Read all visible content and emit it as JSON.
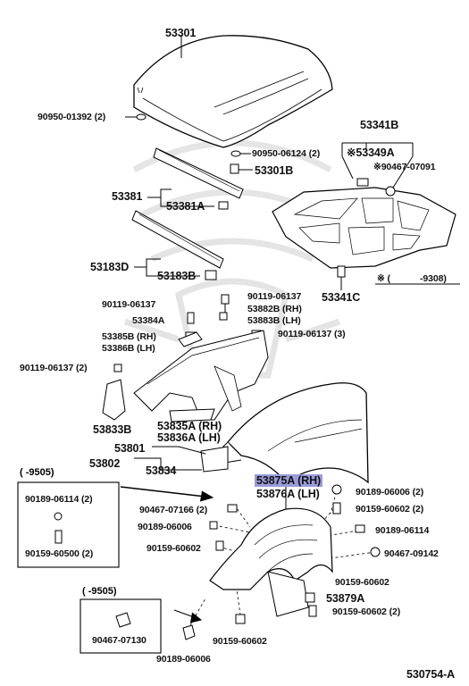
{
  "parts": {
    "hood": "53301",
    "hood_cushion": "90950-01392 (2)",
    "hood_plug": "90950-06124 (2)",
    "hood_bumper": "53301B",
    "seal_upper": "53381",
    "seal_upper_clip": "53381A",
    "seal_lower": "53183D",
    "seal_lower_clip": "53183B",
    "insulator_set": "53341B",
    "insulator_pad": "※53349A",
    "insulator_clip_marked": "※90467-07091",
    "insulator_retainer": "53341C",
    "insulator_note_open": "※ (",
    "insulator_note_code": "-9308)",
    "bolt_a": "90119-06137",
    "bolt_b": "90119-06137",
    "bracket_rh": "53882B (RH)",
    "bracket_lh": "53883B (LH)",
    "clip_53384a": "53384A",
    "stay_rh": "53385B (RH)",
    "stay_lh": "53386B (LH)",
    "bolt_3": "90119-06137 (3)",
    "bolt_2": "90119-06137 (2)",
    "brace": "53833B",
    "protector_rh": "53835A (RH)",
    "protector_lh": "53836A (LH)",
    "fender": "53801",
    "fender_bracket": "53802",
    "fender_seal": "53834",
    "liner_rh": "53875A (RH)",
    "liner_lh": "53876A (LH)",
    "screw_top": "90189-06006 (2)",
    "screw_liner": "90159-60602 (2)",
    "clip_left": "90467-07166 (2)",
    "screw_left": "90189-06006",
    "bolt_left": "90159-60602",
    "clip_right": "90189-06114",
    "clip_right2": "90467-09142",
    "bolt_bottom_right": "90159-60602",
    "shield": "53879A",
    "bolt_shield": "90159-60602 (2)",
    "bolt_bottom": "90159-60602",
    "screw_bottom": "90189-06006",
    "drawing_number": "530754-A"
  },
  "box1": {
    "title": "(    -9505)",
    "upper": "90189-06114 (2)",
    "lower": "90159-60500 (2)"
  },
  "box2": {
    "title": "(    -9505)",
    "part": "90467-07130"
  }
}
